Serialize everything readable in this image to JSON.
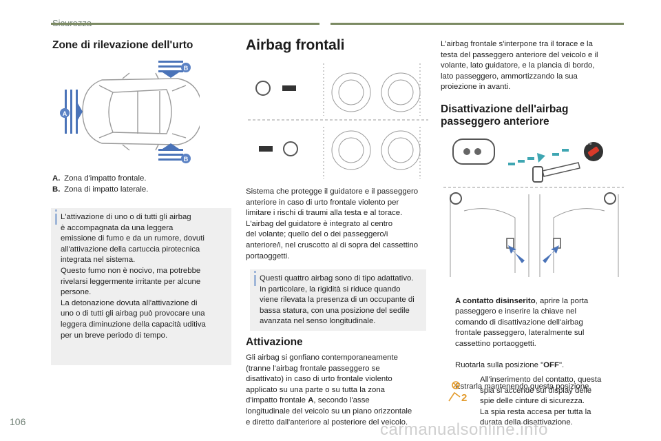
{
  "header": {
    "section": "Sicurezza"
  },
  "footer": {
    "page_number": "106",
    "watermark": "carmanualsonline.info"
  },
  "zone": {
    "title": "Zone di rilevazione dell'urto",
    "badge_a": "A",
    "badge_b": "B",
    "legend": [
      {
        "key": "A.",
        "text": "Zona d'impatto frontale."
      },
      {
        "key": "B.",
        "text": "Zona di impatto laterale."
      }
    ],
    "info": "L'attivazione di uno o di tutti gli airbag\nè accompagnata da una leggera\nemissione di fumo e da un rumore, dovuti\nall'attivazione della cartuccia pirotecnica\nintegrata nel sistema.\nQuesto fumo non è nocivo, ma potrebbe\nrivelarsi leggermente irritante per alcune\npersone.\nLa detonazione dovuta all'attivazione di\nuno o di tutti gli airbag può provocare una\nleggera diminuzione della capacità uditiva\nper un breve periodo di tempo."
  },
  "airbag": {
    "title": "Airbag frontali",
    "body": "Sistema che protegge il guidatore e il passeggero\nanteriore in caso di urto frontale violento per\nlimitare i rischi di traumi alla testa e al torace.\nL'airbag del guidatore è integrato al centro\ndel volante; quello del o dei passeggero/i\nanteriore/i, nel cruscotto al di sopra del cassettino\nportaoggetti.",
    "info": "Questi quattro airbag sono di tipo adattativo.\nIn particolare, la rigidità si riduce quando\nviene rilevata la presenza di un occupante di\nbassa statura, con una posizione del sedile\navanzata nel senso longitudinale."
  },
  "attivazione": {
    "title": "Attivazione",
    "body_pre": "Gli airbag si gonfiano contemporaneamente\n(tranne l'airbag frontale passeggero se\ndisattivato) in caso di urto frontale violento\napplicato su una parte o su tutta la zona\nd'impatto frontale ",
    "body_key": "A",
    "body_post": ", secondo l'asse\nlongitudinale del veicolo su un piano orizzontale\ne diretto dall'anteriore al posteriore del veicolo."
  },
  "frontale": {
    "body": "L'airbag frontale s'interpone tra il torace e la\ntesta del passeggero anteriore del veicolo e il\nvolante, lato guidatore, e la plancia di bordo,\nlato passeggero, ammortizzando la sua\nproiezione in avanti."
  },
  "disattivazione": {
    "title": "Disattivazione dell'airbag passeggero anteriore",
    "bullet_glyph": "",
    "steps": [
      {
        "bold": "A contatto disinserito",
        "text": ", aprire la porta\npasseggero e inserire la chiave nel\ncomando di disattivazione dell'airbag\nfrontale passeggero, lateralmente sul\ncassettino portaoggetti."
      },
      {
        "pre": "Ruotarla sulla posizione \"",
        "bold": "OFF",
        "text": "\"."
      },
      {
        "text": "Estrarla mantenendo questa posizione."
      }
    ],
    "warning": "All'inserimento del contatto, questa\nspia si accende sul display delle\nspie delle cinture di sicurezza.\nLa spia resta accesa per tutta la\ndurata della disattivazione.",
    "warning_icon_label": "2",
    "switch_label": "ON"
  },
  "colors": {
    "accent": "#7b8a62",
    "info_bg": "#efefef",
    "arrow_blue": "#4a73b8",
    "badge_blue": "#5b82c4",
    "orange": "#e39b2c"
  }
}
